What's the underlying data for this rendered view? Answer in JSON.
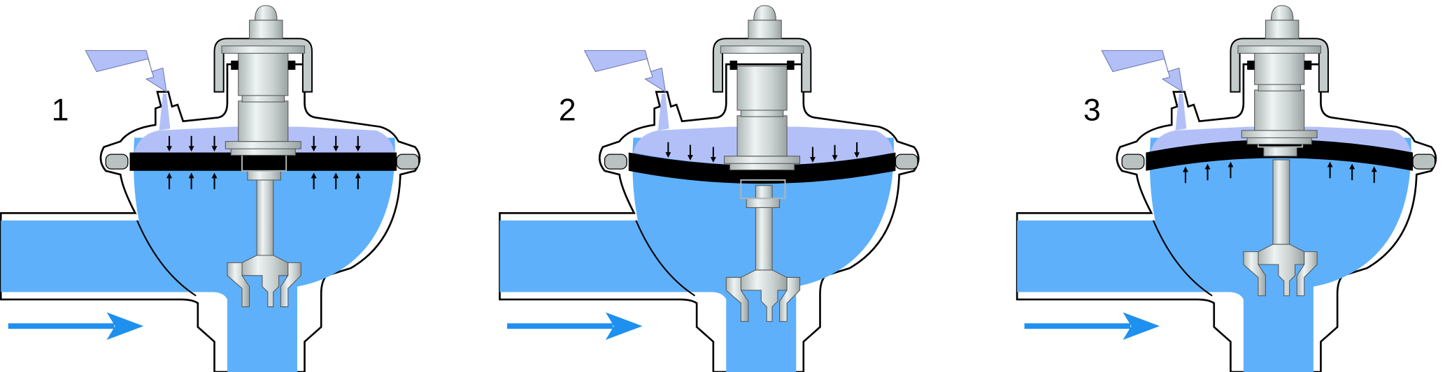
{
  "diagram": {
    "type": "valve-operation-sequence",
    "stages": [
      {
        "label": "1",
        "diaphragm": "flat",
        "pressure_arrows": "both"
      },
      {
        "label": "2",
        "diaphragm": "down",
        "pressure_arrows": "down"
      },
      {
        "label": "3",
        "diaphragm": "up",
        "pressure_arrows": "up"
      }
    ]
  },
  "colors": {
    "water": "#5eb0fb",
    "air": "#b3c0f8",
    "flow_arrow": "#1e90f0",
    "metal": "#cfd6d6",
    "diaphragm": "#000000"
  }
}
